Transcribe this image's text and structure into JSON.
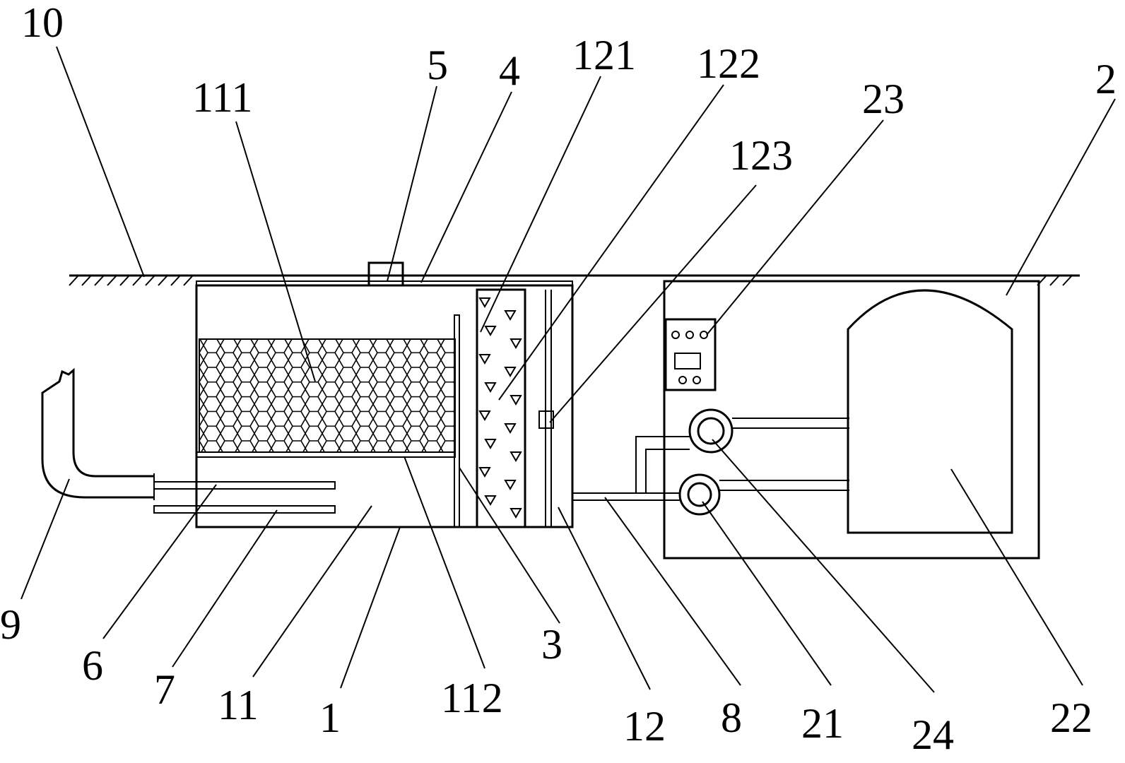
{
  "labels": {
    "l10": "10",
    "l111": "111",
    "l5": "5",
    "l4": "4",
    "l121": "121",
    "l122": "122",
    "l23": "23",
    "l2": "2",
    "l123": "123",
    "l9": "9",
    "l6": "6",
    "l7": "7",
    "l11": "11",
    "l1": "1",
    "l112": "112",
    "l3": "3",
    "l12": "12",
    "l8": "8",
    "l21": "21",
    "l24": "24",
    "l22": "22"
  }
}
